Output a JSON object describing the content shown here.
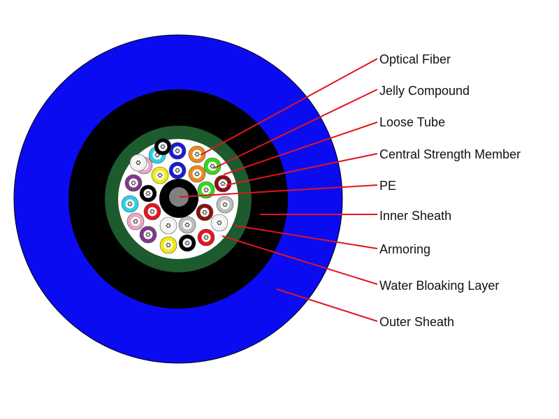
{
  "colors": {
    "outer_sheath": "#0b0bf2",
    "inner_sheath": "#000000",
    "armoring": "#1d5a2e",
    "water_blocking": "#ffffff",
    "strength_member": "#000000",
    "pe_core": "#808080",
    "leader_line": "#e0141e",
    "tube_colors": {
      "blue": "#1a1ad6",
      "orange": "#e98a1f",
      "green": "#32d81c",
      "brown": "#8b1212",
      "slate": "#bdbdbd",
      "white": "#f2f2f2",
      "red": "#e5141e",
      "black": "#000000",
      "yellow": "#f2ea0f",
      "violet": "#7d3a86",
      "rose": "#e7a8c4",
      "aqua": "#2bd2e6"
    }
  },
  "tubes": [
    {
      "color": "blue",
      "icon": "loose-tube-icon"
    },
    {
      "color": "orange",
      "icon": "loose-tube-icon"
    },
    {
      "color": "blue",
      "icon": "loose-tube-icon"
    },
    {
      "color": "orange",
      "icon": "loose-tube-icon"
    },
    {
      "color": "green",
      "icon": "loose-tube-icon"
    },
    {
      "color": "green",
      "icon": "loose-tube-icon"
    },
    {
      "color": "brown",
      "icon": "loose-tube-icon"
    },
    {
      "color": "slate",
      "icon": "loose-tube-icon"
    },
    {
      "color": "brown",
      "icon": "loose-tube-icon"
    },
    {
      "color": "white",
      "icon": "loose-tube-icon"
    },
    {
      "color": "red",
      "icon": "loose-tube-icon"
    },
    {
      "color": "black",
      "icon": "loose-tube-icon"
    },
    {
      "color": "slate",
      "icon": "loose-tube-icon"
    },
    {
      "color": "white",
      "icon": "loose-tube-icon"
    },
    {
      "color": "yellow",
      "icon": "loose-tube-icon"
    },
    {
      "color": "red",
      "icon": "loose-tube-icon"
    },
    {
      "color": "violet",
      "icon": "loose-tube-icon"
    },
    {
      "color": "rose",
      "icon": "loose-tube-icon"
    },
    {
      "color": "aqua",
      "icon": "loose-tube-icon"
    },
    {
      "color": "violet",
      "icon": "loose-tube-icon"
    },
    {
      "color": "black",
      "icon": "loose-tube-icon"
    },
    {
      "color": "rose",
      "icon": "loose-tube-icon"
    },
    {
      "color": "yellow",
      "icon": "loose-tube-icon"
    },
    {
      "color": "aqua",
      "icon": "loose-tube-icon"
    },
    {
      "color": "white",
      "icon": "loose-tube-icon"
    },
    {
      "color": "black",
      "icon": "loose-tube-icon"
    }
  ],
  "labels": [
    "Optical Fiber",
    "Jelly Compound",
    "Loose Tube",
    "Central Strength Member",
    "PE",
    "Inner Sheath",
    "Armoring",
    "Water Bloaking Layer",
    "Outer Sheath"
  ]
}
